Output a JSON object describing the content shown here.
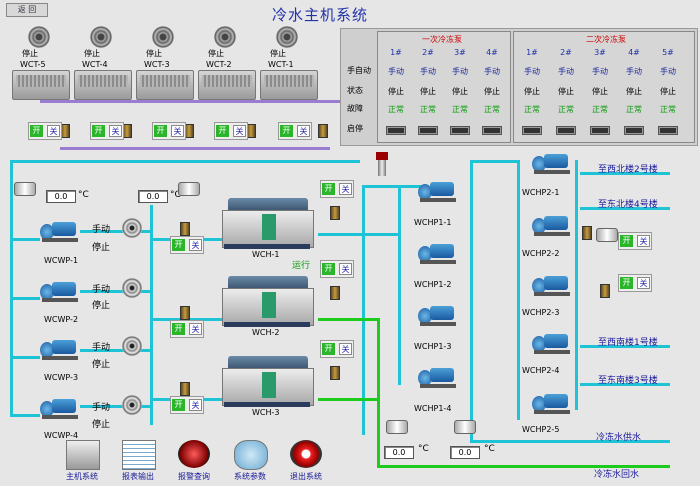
{
  "header": {
    "back_label": "返 回",
    "title": "冷水主机系统"
  },
  "cooling_towers": [
    {
      "id": "WCT-5",
      "status": "停止"
    },
    {
      "id": "WCT-4",
      "status": "停止"
    },
    {
      "id": "WCT-3",
      "status": "停止"
    },
    {
      "id": "WCT-2",
      "status": "停止"
    },
    {
      "id": "WCT-1",
      "status": "停止"
    }
  ],
  "pump_table": {
    "primary": {
      "title": "一次冷冻泵",
      "cols": [
        "1#",
        "2#",
        "3#",
        "4#"
      ]
    },
    "secondary": {
      "title": "二次冷冻泵",
      "cols": [
        "1#",
        "2#",
        "3#",
        "4#",
        "5#"
      ]
    },
    "row_labels": [
      "手自动",
      "状态",
      "故障",
      "启停"
    ],
    "mode_value": "手动",
    "state_value": "停止",
    "fault_value": "正常"
  },
  "temps": [
    {
      "value": "0.0",
      "unit": "°C"
    },
    {
      "value": "0.0",
      "unit": "°C"
    },
    {
      "value": "0.0",
      "unit": "°C"
    },
    {
      "value": "0.0",
      "unit": "°C"
    }
  ],
  "switch": {
    "on_label": "开",
    "off_label": "关"
  },
  "cooling_pumps": [
    {
      "id": "WCWP-1",
      "mode": "手动",
      "status": "停止"
    },
    {
      "id": "WCWP-2",
      "mode": "手动",
      "status": "停止"
    },
    {
      "id": "WCWP-3",
      "mode": "手动",
      "status": "停止"
    },
    {
      "id": "WCWP-4",
      "mode": "手动",
      "status": "停止"
    }
  ],
  "chillers": [
    {
      "id": "WCH-1",
      "status": "运行"
    },
    {
      "id": "WCH-2",
      "status": ""
    },
    {
      "id": "WCH-3",
      "status": ""
    }
  ],
  "primary_pumps": [
    "WCHP1-1",
    "WCHP1-2",
    "WCHP1-3",
    "WCHP1-4"
  ],
  "secondary_pumps": [
    "WCHP2-1",
    "WCHP2-2",
    "WCHP2-3",
    "WCHP2-4",
    "WCHP2-5"
  ],
  "destinations": [
    "至西北楼2号楼",
    "至东北楼4号楼",
    "至西南楼1号楼",
    "至东南楼3号楼"
  ],
  "supply_label": "冷冻水供水",
  "return_label": "冷冻水回水",
  "nav": [
    {
      "label": "主机系统",
      "icon": "chiller-thumb-icon"
    },
    {
      "label": "报表输出",
      "icon": "report-icon"
    },
    {
      "label": "报警查询",
      "icon": "alarm-icon"
    },
    {
      "label": "系统参数",
      "icon": "settings-icon"
    },
    {
      "label": "退出系统",
      "icon": "power-icon"
    }
  ],
  "colors": {
    "supply_pipe": "#1fc3d6",
    "cooling_pipe": "#9a7cd0",
    "return_pipe": "#1ccb1c",
    "title": "#2233aa",
    "ok": "#0a9a0a",
    "run": "#0b9b0b"
  }
}
